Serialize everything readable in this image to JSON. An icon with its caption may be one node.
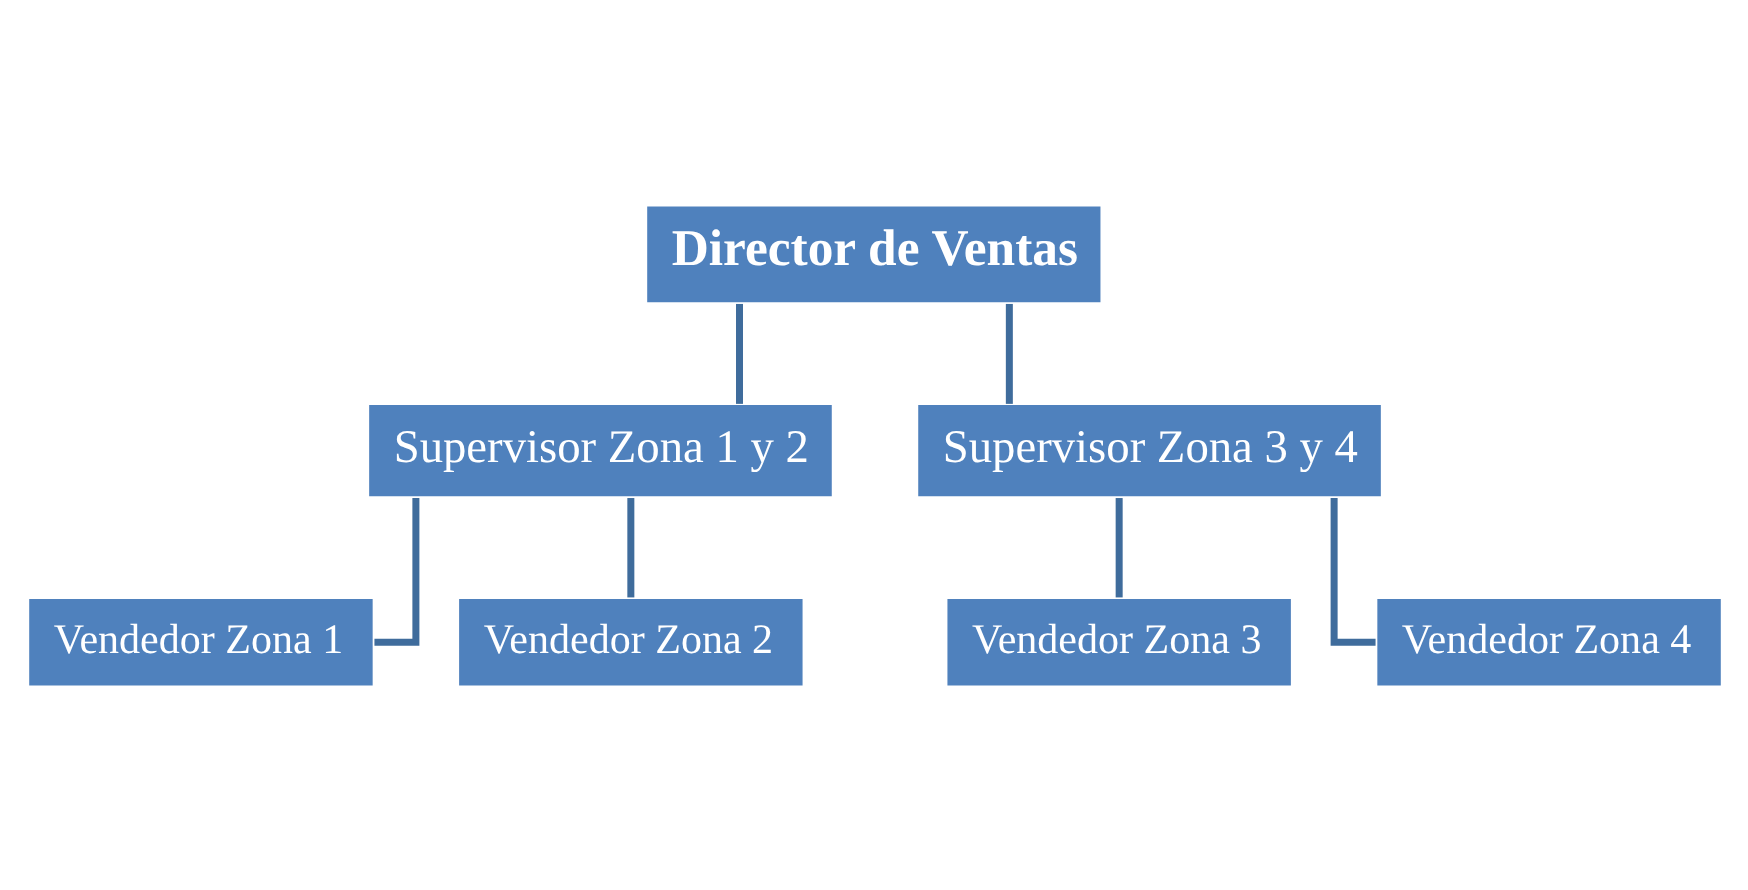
{
  "diagram": {
    "nodes": [
      {
        "text": [
          "Director de Ventas"
        ]
      },
      {
        "text": [
          "Supervisor Zona 1 y 2"
        ]
      },
      {
        "text": [
          "Supervisor Zona 3 y 4"
        ]
      },
      {
        "text": [
          "Vendedor Zona 1"
        ]
      },
      {
        "text": [
          "Vendedor Zona 2"
        ]
      },
      {
        "text": [
          "Vendedor Zona 3"
        ]
      },
      {
        "text": [
          "Vendedor Zona 4"
        ]
      }
    ],
    "edges": [
      {
        "from": 0,
        "to": 1,
        "arrow": "none"
      },
      {
        "from": 0,
        "to": 2,
        "arrow": "none"
      },
      {
        "from": 1,
        "to": 3,
        "arrow": "none"
      },
      {
        "from": 1,
        "to": 4,
        "arrow": "none"
      },
      {
        "from": 2,
        "to": 5,
        "arrow": "none"
      },
      {
        "from": 2,
        "to": 6,
        "arrow": "none"
      }
    ]
  }
}
